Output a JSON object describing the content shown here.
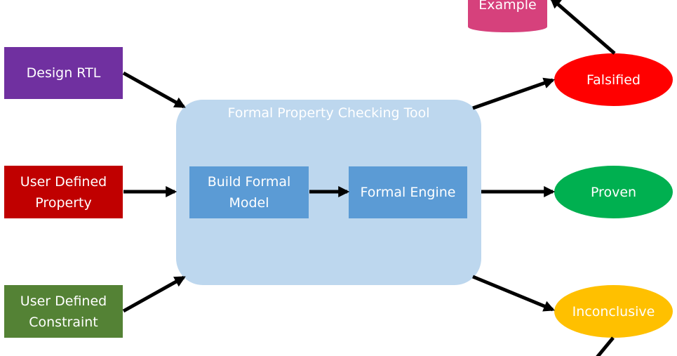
{
  "inputs": {
    "design_rtl": "Design RTL",
    "user_property": "User Defined\nProperty",
    "user_constraint": "User Defined\nConstraint"
  },
  "tool": {
    "title": "Formal Property Checking Tool",
    "build_model": "Build Formal\nModel",
    "engine": "Formal Engine"
  },
  "outputs": {
    "falsified": "Falsified",
    "proven": "Proven",
    "inconclusive": "Inconclusive",
    "counter_example_partial": "Example"
  },
  "colors": {
    "design_rtl": "#7030a0",
    "user_property": "#c00000",
    "user_constraint": "#548235",
    "tool_bg": "#bdd7ee",
    "inner_box": "#5b9bd5",
    "falsified": "#ff0000",
    "proven": "#00b050",
    "inconclusive": "#ffc000",
    "counter_example": "#d6417c",
    "arrow": "#000000"
  }
}
